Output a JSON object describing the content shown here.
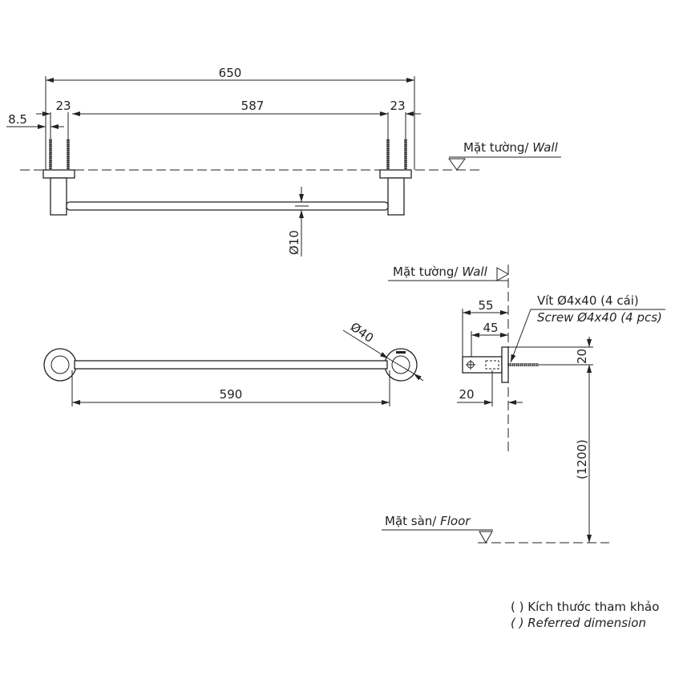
{
  "top_view": {
    "overall_length": "650",
    "span_between_screws": "587",
    "screw_spacing_left": "23",
    "screw_spacing_right": "23",
    "screw_offset": "8.5",
    "bar_diameter": "Ø10",
    "wall_label_vi": "Mặt tường/",
    "wall_label_en": "Wall"
  },
  "front_view": {
    "bar_length": "590",
    "flange_diameter": "Ø40"
  },
  "side_view": {
    "wall_label_vi": "Mặt tường/",
    "wall_label_en": "Wall",
    "projection_total": "55",
    "projection_bar": "45",
    "bar_offset": "20",
    "flange_height": "20",
    "mount_height": "(1200)",
    "screw_note_vi": "Vít Ø4x40 (4 cái)",
    "screw_note_en": "Screw Ø4x40 (4 pcs)",
    "floor_label_vi": "Mặt sàn/",
    "floor_label_en": "Floor"
  },
  "footnote": {
    "line_vi": "( ) Kích thước tham khảo",
    "line_en": "( ) Referred dimension"
  }
}
